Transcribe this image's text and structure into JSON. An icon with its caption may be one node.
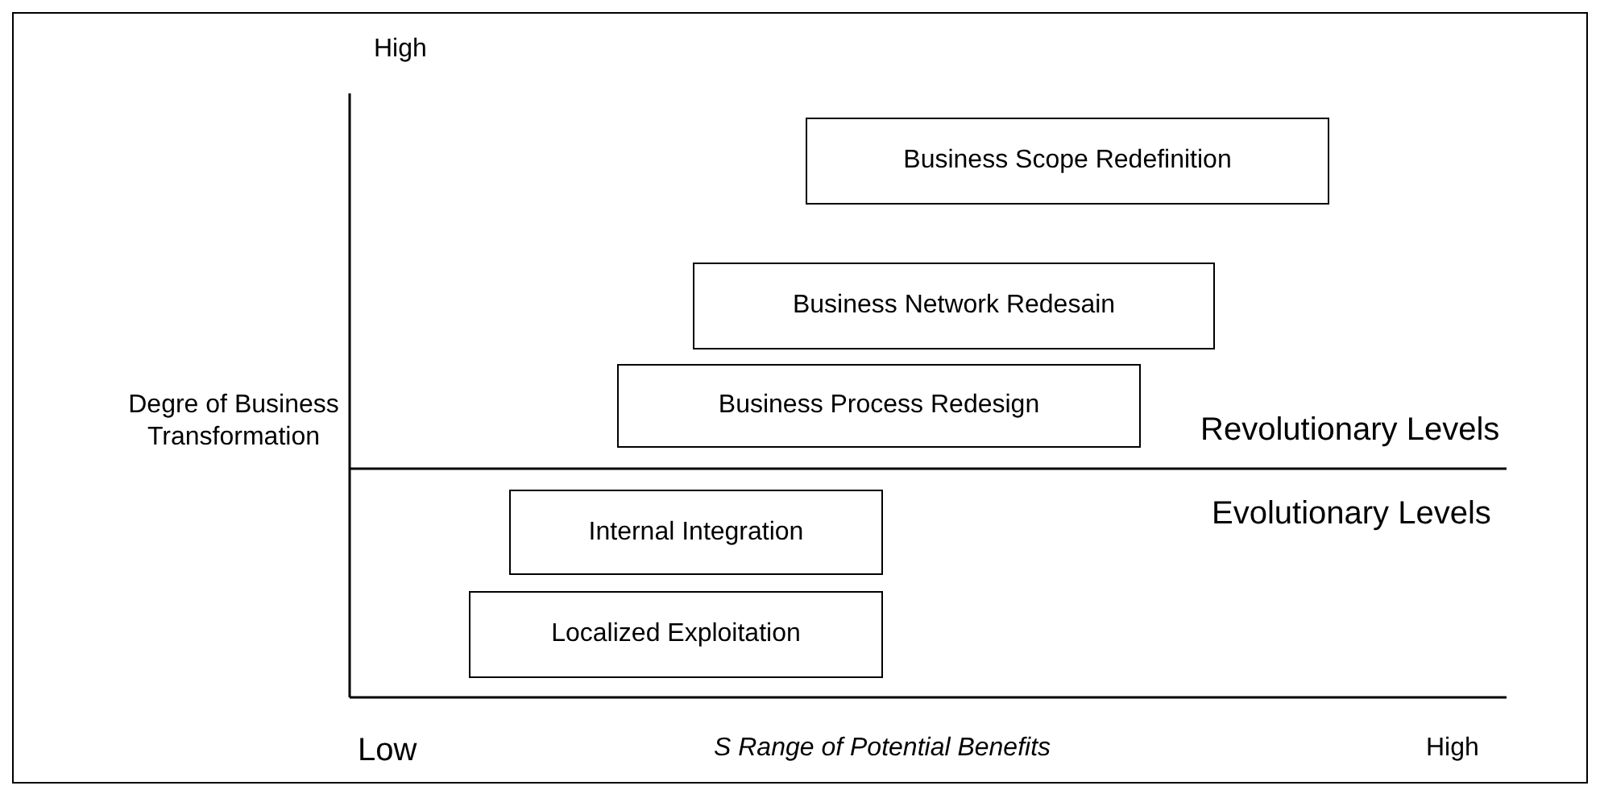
{
  "diagram": {
    "nodes": [
      {
        "text": [
          "Business Scope Redefinition"
        ]
      },
      {
        "text": [
          "Business Network Redesain"
        ]
      },
      {
        "text": [
          "Business Process Redesign"
        ]
      },
      {
        "text": [
          "Internal Integration"
        ]
      },
      {
        "text": [
          "Localized Exploitation"
        ]
      }
    ],
    "labels": [
      "High",
      "Degre of Business Transformation",
      "Revolutionary Levels",
      "Evolutionary Levels",
      "Low",
      "S Range of Potential Benefits",
      "High"
    ]
  }
}
